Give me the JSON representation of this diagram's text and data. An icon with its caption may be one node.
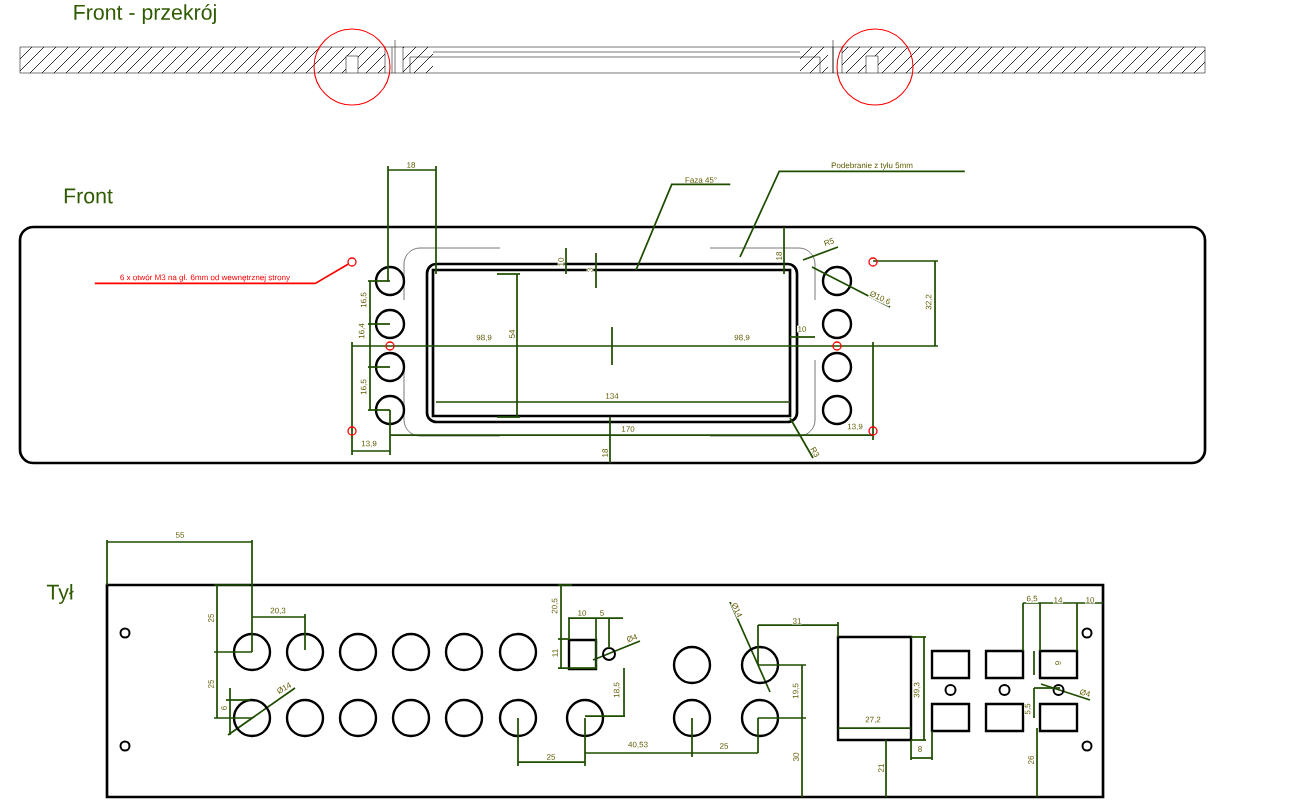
{
  "diagram": {
    "nodes": [
      {
        "text": [
          "Faza 45°"
        ]
      },
      {
        "text": [
          "Podebranie z tyłu 5mm"
        ]
      },
      {
        "text": [
          "6 x otwór M3 na gł. 6mm od wewnętrznej strony"
        ]
      },
      {
        "text": [],
        "shape": "circle"
      }
    ],
    "edges": [
      {
        "from": 0,
        "to": null,
        "arrow": "none"
      },
      {
        "from": 1,
        "to": null,
        "arrow": "none"
      },
      {
        "from": 2,
        "to": 3,
        "arrow": "none",
        "color": "#ff0000"
      }
    ],
    "labels": [
      "Front - przekrój",
      "18",
      "Front",
      "10",
      "3",
      "18",
      "R5",
      "16,5",
      "Ø10,6",
      "32,2",
      "16,4",
      "54",
      "10",
      "98,9",
      "98,9",
      "16,5",
      "134",
      "170",
      "13,9",
      "13,9",
      "18",
      "R3",
      "55",
      "Tył",
      "20,5",
      "10",
      "5",
      "25",
      "20,3",
      "6,5",
      "14",
      "10",
      "Ø14",
      "31",
      "Ø4",
      "11",
      "9",
      "25",
      "Ø14",
      "39,3",
      "Ø4",
      "6",
      "18,5",
      "19,5",
      "5,5",
      "27,2",
      "40,53",
      "25",
      "25",
      "8",
      "30",
      "21",
      "26"
    ]
  }
}
